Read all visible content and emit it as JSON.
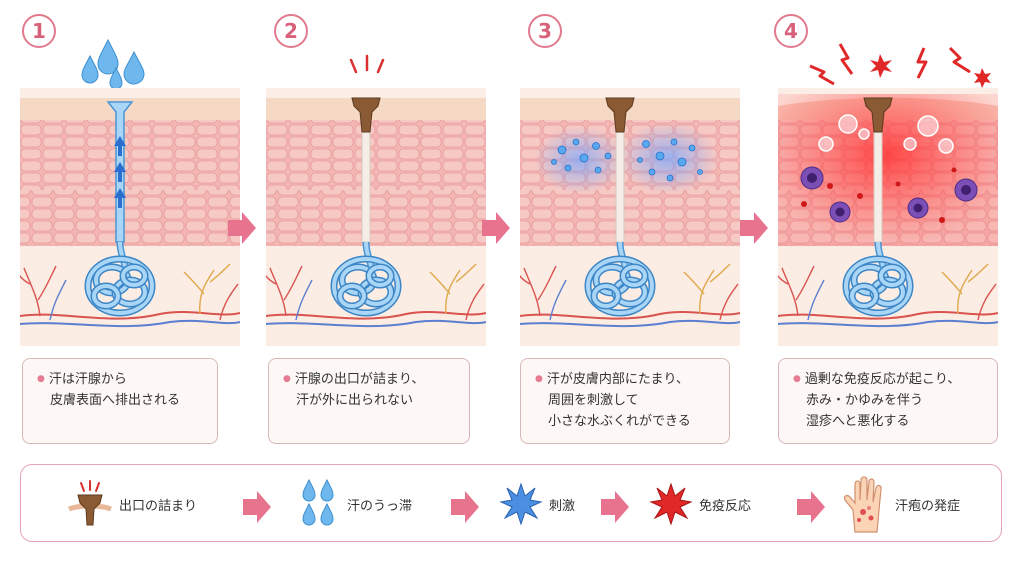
{
  "steps": [
    {
      "number": "1",
      "caption": [
        "汗は汗腺から",
        "皮膚表面へ排出される"
      ]
    },
    {
      "number": "2",
      "caption": [
        "汗腺の出口が詰まり、",
        "汗が外に出られない"
      ]
    },
    {
      "number": "3",
      "caption": [
        "汗が皮膚内部にたまり、",
        "周囲を刺激して",
        "小さな水ぶくれができる"
      ]
    },
    {
      "number": "4",
      "caption": [
        "過剰な免疫反応が起こり、",
        "赤み・かゆみを伴う",
        "湿疹へと悪化する"
      ]
    }
  ],
  "legend": [
    {
      "label": "出口の詰まり",
      "icon": "clogged-pore-icon"
    },
    {
      "label": "汗のうっ滞",
      "icon": "sweat-drops-icon"
    },
    {
      "label": "刺激",
      "icon": "blue-burst-icon"
    },
    {
      "label": "免疫反応",
      "icon": "red-burst-icon"
    },
    {
      "label": "汗疱の発症",
      "icon": "hand-icon"
    }
  ],
  "colors": {
    "accent": "#e07a8c",
    "arrow": "#e8738f",
    "skin_top": "#f6d9c4",
    "dermis": "#f3b3b3",
    "gland": "#5aa6e0",
    "irritation": "#4a8fe0",
    "inflammation": "#e02828",
    "immune_cell": "#7b4fb5"
  }
}
